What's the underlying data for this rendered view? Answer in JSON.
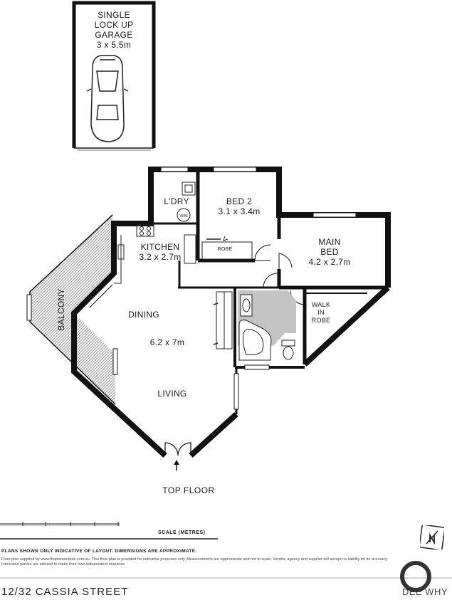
{
  "rooms": {
    "garage": {
      "name_lines": [
        "SINGLE",
        "LOCK UP",
        "GARAGE"
      ],
      "dims": "3 x 5.5m"
    },
    "laundry": {
      "name": "L'DRY"
    },
    "bed2": {
      "name": "BED 2",
      "dims": "3.1 x 3.4m"
    },
    "robe": {
      "name": "ROBE"
    },
    "main_bed": {
      "name_lines": [
        "MAIN",
        "BED"
      ],
      "dims": "4.2 x 2.7m"
    },
    "kitchen": {
      "name": "KITCHEN",
      "dims": "3.2 x 2.7m"
    },
    "balcony": {
      "name": "BALCONY"
    },
    "dining": {
      "name": "DINING"
    },
    "living_dims": "6.2 x 7m",
    "living": {
      "name": "LIVING"
    },
    "walk_in_robe": {
      "name_lines": [
        "WALK",
        "IN",
        "ROBE"
      ]
    },
    "wm_symbol": "W/M"
  },
  "floor_title": "TOP FLOOR",
  "scale": {
    "label": "SCALE (METRES)"
  },
  "disclaimer": {
    "bold": "PLANS SHOWN ONLY INDICATIVE OF LAYOUT. DIMENSIONS ARE APPROXIMATE.",
    "small": "Floor plan supplied by www.thepicturedesk.com.au. This floor plan is provided for indicative purposes only. Measurements are approximate and not to scale. Vendor, agency and supplier will accept no liability for its accuracy. Interested parties are advised to make their own independent enquiries."
  },
  "address": "12/32 CASSIA STREET",
  "suburb": "DEE WHY",
  "colors": {
    "wall": "#111111",
    "hatch": "#9a9a9a",
    "bath_fill": "#c4c4c4",
    "text": "#1a1a1a"
  }
}
